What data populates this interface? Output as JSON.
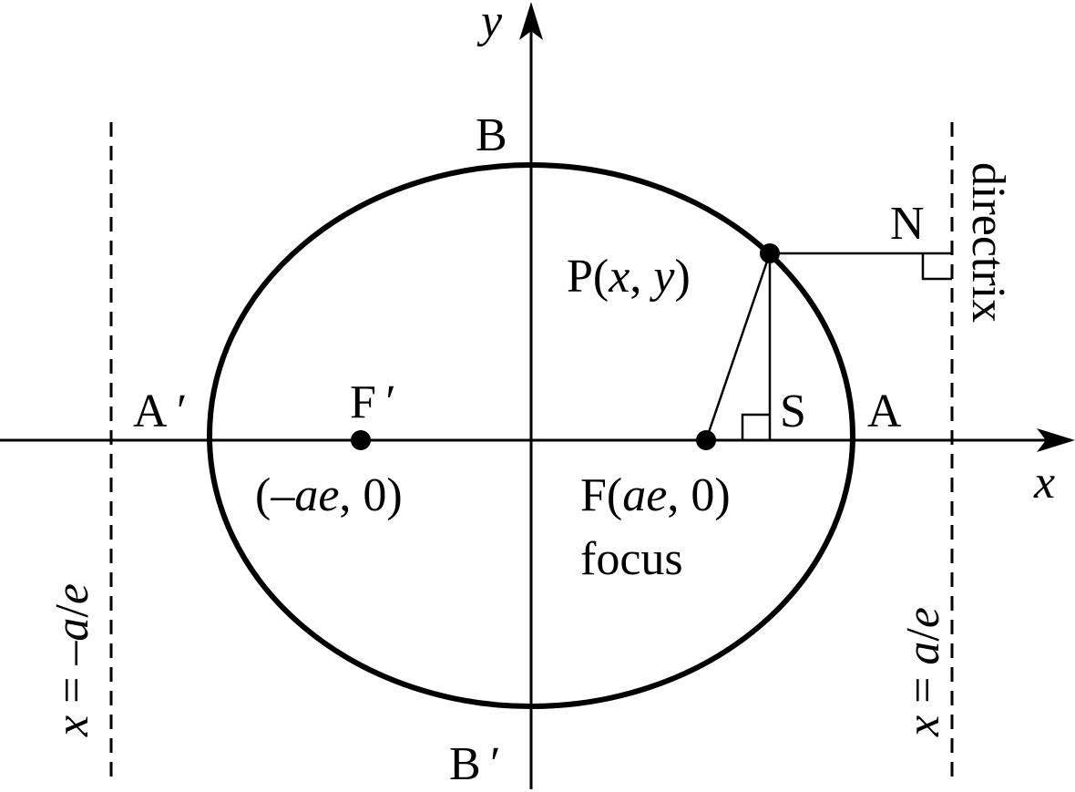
{
  "colors": {
    "ink": "#000000",
    "background": "#ffffff"
  },
  "axes": {
    "x_label": "x",
    "y_label": "y"
  },
  "points": {
    "B": "B",
    "B_prime": "B ′",
    "A": "A",
    "A_prime": "A ′",
    "F_prime": "F ′",
    "F_prime_coord": {
      "open": "(–",
      "ae": "ae",
      "close": ", 0)"
    },
    "F": {
      "name": "F(",
      "ae": "ae",
      "close": ", 0)"
    },
    "focus_word": "focus",
    "P": {
      "name": "P(",
      "x": "x",
      "comma": ", ",
      "y": "y",
      "close": ")"
    },
    "N": "N",
    "S": "S"
  },
  "directrix_word": "directrix",
  "left_directrix": {
    "x": "x",
    "eq": " = –",
    "a": "a",
    "slash": "/",
    "e": "e"
  },
  "right_directrix": {
    "x": "x",
    "eq": " = ",
    "a": "a",
    "slash": "/",
    "e": "e"
  }
}
